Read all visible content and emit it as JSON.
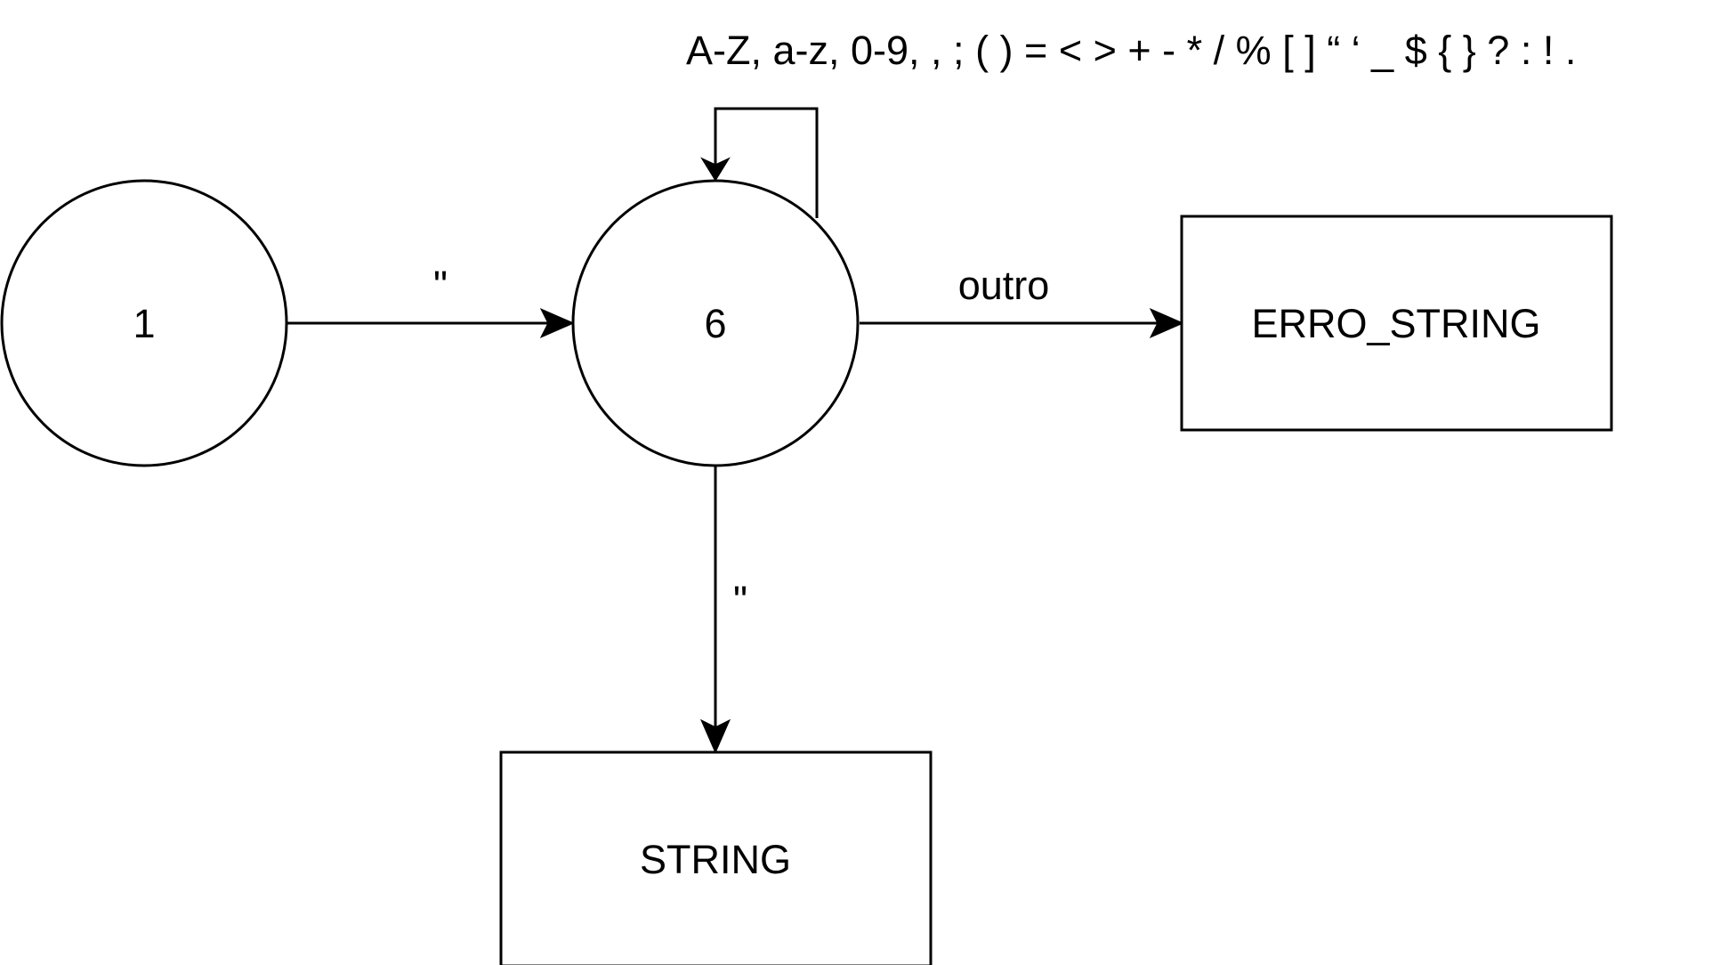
{
  "states": [
    {
      "id": "state-1",
      "label": "1",
      "kind": "state"
    },
    {
      "id": "state-6",
      "label": "6",
      "kind": "state"
    }
  ],
  "terminals": [
    {
      "id": "erro-string",
      "label": "ERRO_STRING",
      "kind": "terminal"
    },
    {
      "id": "string",
      "label": "STRING",
      "kind": "terminal"
    }
  ],
  "transitions": [
    {
      "from": "1",
      "to": "6",
      "label": "\""
    },
    {
      "from": "6",
      "to": "6",
      "label": "A-Z, a-z, 0-9, , ; ( ) = < > + - * / % [ ] “ ‘ _ $ { } ? : ! ."
    },
    {
      "from": "6",
      "to": "ERRO_STRING",
      "label": "outro"
    },
    {
      "from": "6",
      "to": "STRING",
      "label": "\""
    }
  ]
}
